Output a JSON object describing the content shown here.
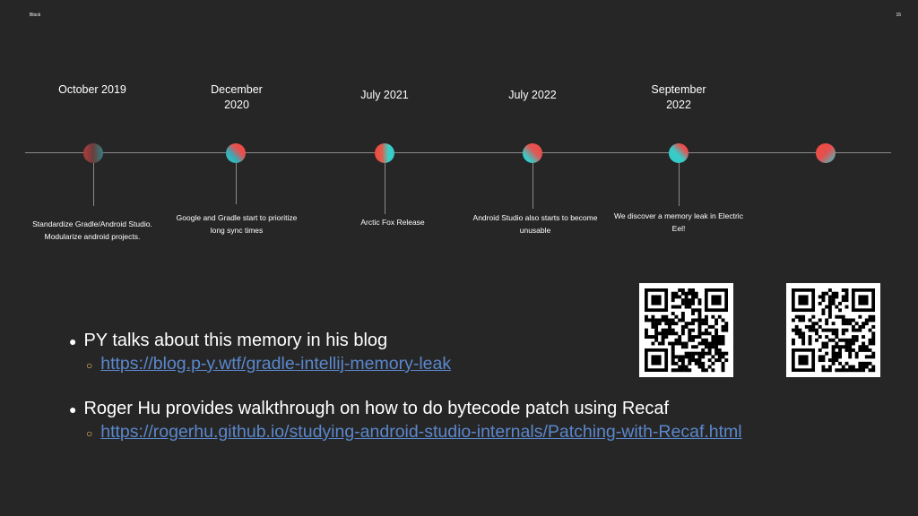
{
  "header": {
    "left_label": "Block",
    "page_number": "15"
  },
  "timeline": {
    "dates": [
      "October 2019",
      "December\n2020",
      "July 2021",
      "July 2022",
      "September\n2022"
    ],
    "events": [
      "Standardize Gradle/Android Studio. Modularize android projects.",
      "Google and Gradle start to prioritize long sync times",
      "Arctic Fox Release",
      "Android Studio also starts to become unusable",
      "We discover a memory leak in Electric Eel!"
    ]
  },
  "bullets": [
    {
      "text": "PY talks about this memory in his blog",
      "link": "https://blog.p-y.wtf/gradle-intellij-memory-leak"
    },
    {
      "text": "Roger Hu provides walkthrough on how to do bytecode patch using Recaf",
      "link": "https://rogerhu.github.io/studying-android-studio-internals/Patching-with-Recaf.html"
    }
  ],
  "colors": {
    "background": "#262626",
    "line": "#8a8a8a",
    "link": "#5b87cc",
    "accent_red": "#e94848",
    "accent_teal": "#3cc9c4"
  }
}
